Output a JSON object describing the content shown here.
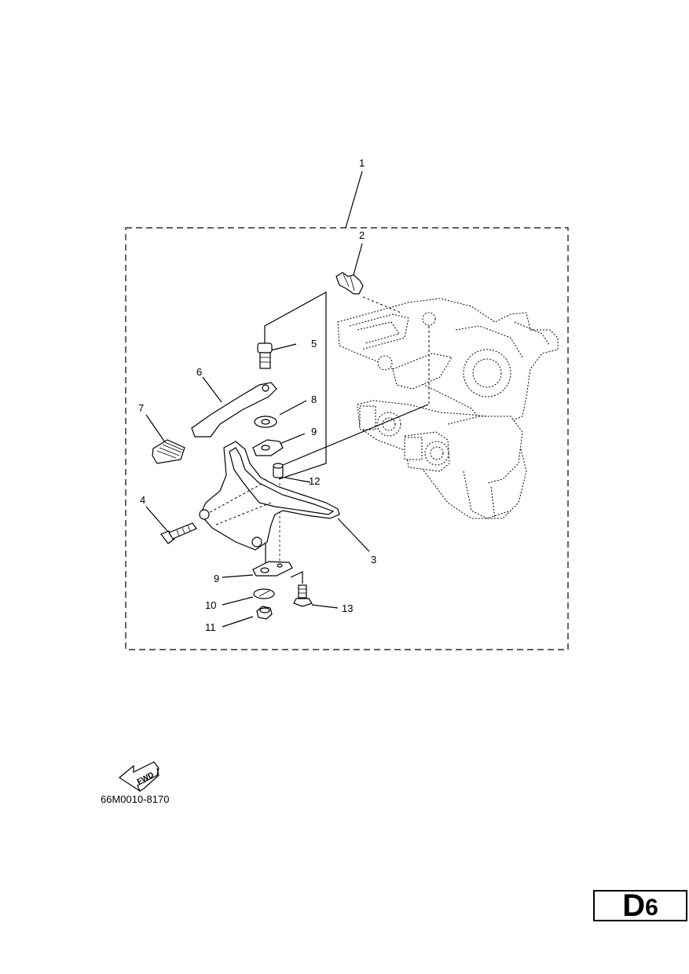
{
  "callouts": {
    "c1": "1",
    "c2": "2",
    "c3": "3",
    "c4": "4",
    "c5": "5",
    "c6": "6",
    "c7": "7",
    "c8": "8",
    "c9a": "9",
    "c9b": "9",
    "c10": "10",
    "c11": "11",
    "c12": "12",
    "c13": "13"
  },
  "fwd_label": "FWD",
  "part_number": "66M0010-8170",
  "page_code": {
    "letter": "D",
    "number": "6"
  }
}
